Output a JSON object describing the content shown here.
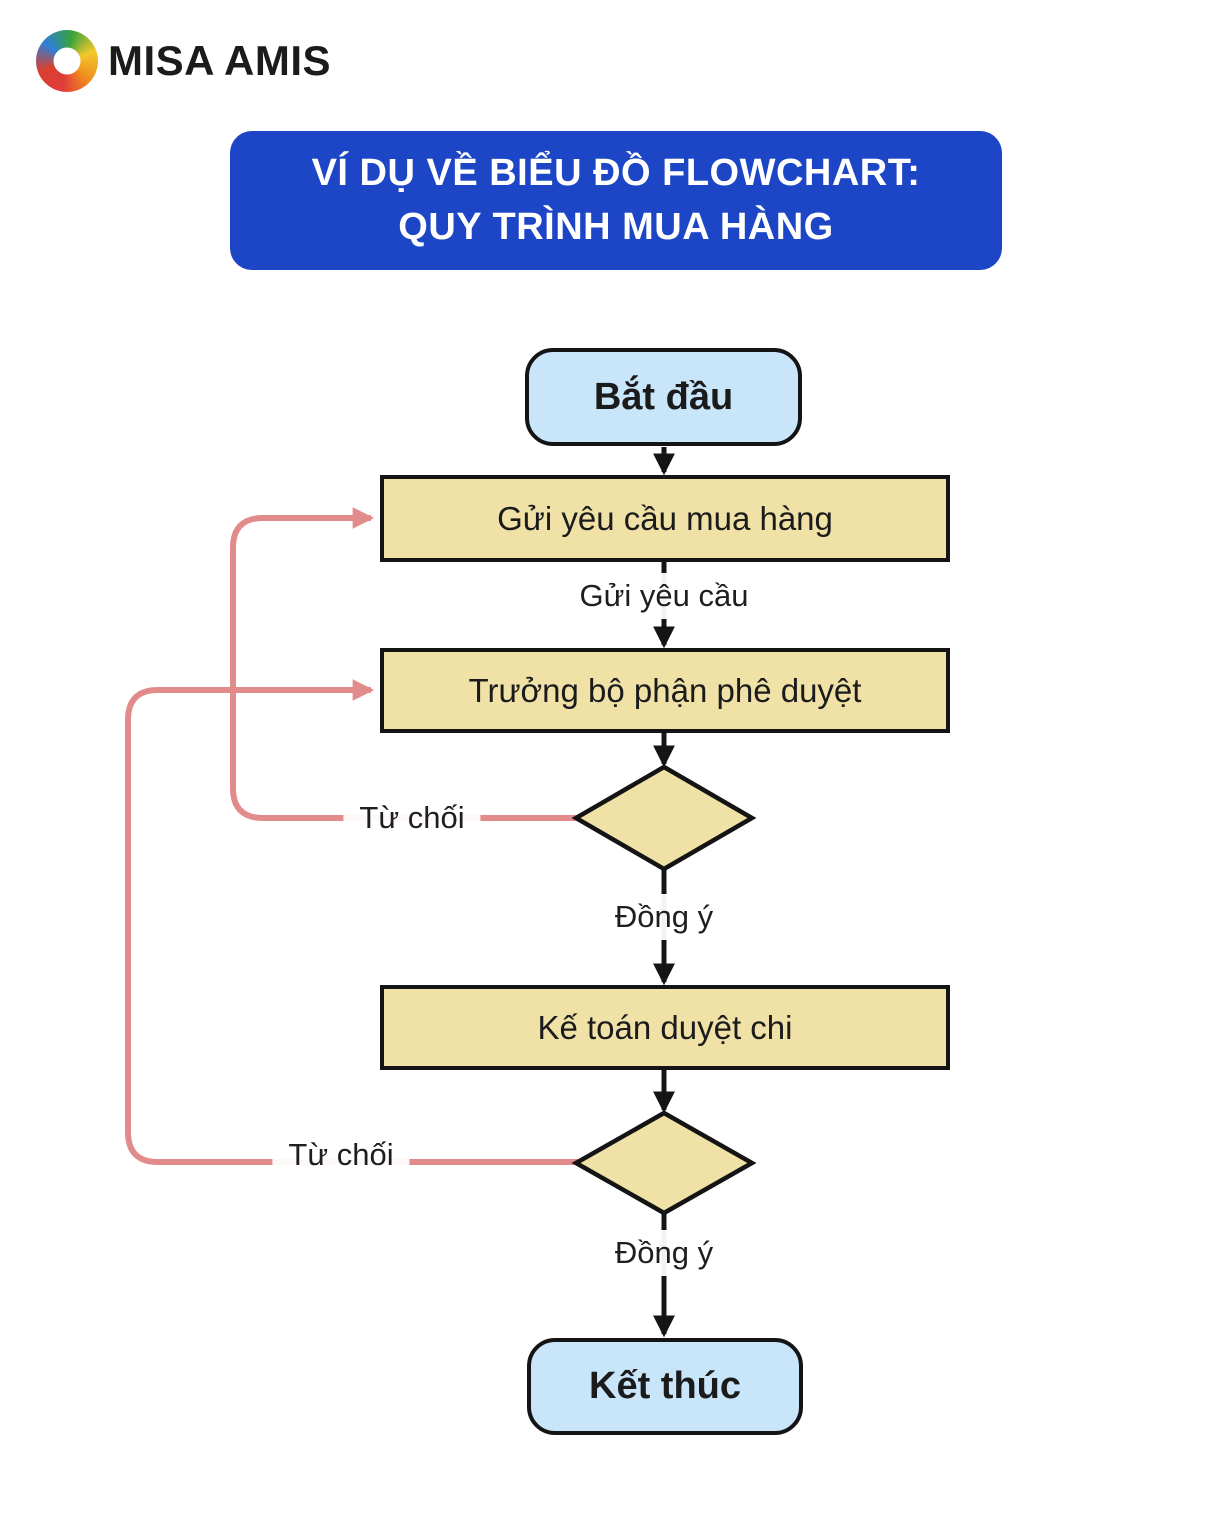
{
  "brand": {
    "name": "MISA AMIS",
    "logo_icon": "misa-swirl-icon"
  },
  "banner": {
    "title_line1": "VÍ DỤ VỀ BIỂU ĐỒ FLOWCHART:",
    "title_line2": "QUY TRÌNH MUA HÀNG",
    "bg_color": "#1D46C6",
    "text_color": "#FFFFFF"
  },
  "flowchart": {
    "start": {
      "label": "Bắt đầu"
    },
    "end": {
      "label": "Kết thúc"
    },
    "processes": [
      {
        "label": "Gửi yêu cầu mua hàng"
      },
      {
        "label": "Trưởng bộ phận phê duyệt"
      },
      {
        "label": "Kế toán duyệt chi"
      }
    ],
    "decisions": [
      {
        "name": "manager-approval-decision",
        "label": ""
      },
      {
        "name": "accounting-approval-decision",
        "label": ""
      }
    ],
    "edge_labels": {
      "send_request": "Gửi yêu cầu",
      "agree_1": "Đồng ý",
      "agree_2": "Đồng ý",
      "reject_1": "Từ chối",
      "reject_2": "Từ chối"
    },
    "colors": {
      "process_fill": "#F0E2A7",
      "terminal_fill": "#C9E5FA",
      "outline": "#141414",
      "reject_line": "#E28B8B"
    }
  }
}
